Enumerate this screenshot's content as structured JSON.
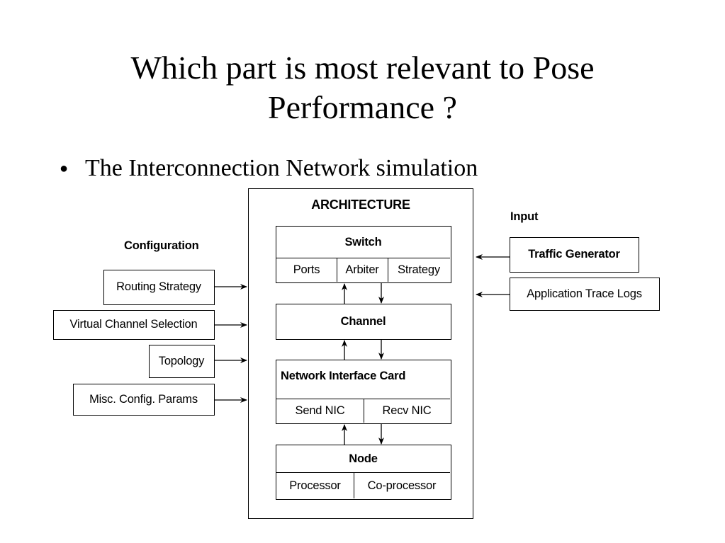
{
  "slide": {
    "title_line1": "Which part is most relevant to Pose",
    "title_line2": "Performance ?",
    "bullet": "The Interconnection Network simulation"
  },
  "diagram": {
    "architecture_label": "ARCHITECTURE",
    "configuration_label": "Configuration",
    "input_label": "Input",
    "config_items": [
      "Routing Strategy",
      "Virtual Channel Selection",
      "Topology",
      "Misc. Config. Params"
    ],
    "input_items": [
      "Traffic Generator",
      "Application Trace Logs"
    ],
    "switch": {
      "title": "Switch",
      "parts": [
        "Ports",
        "Arbiter",
        "Strategy"
      ]
    },
    "channel": {
      "title": "Channel"
    },
    "nic": {
      "title": "Network Interface Card",
      "parts": [
        "Send NIC",
        "Recv NIC"
      ]
    },
    "node": {
      "title": "Node",
      "parts": [
        "Processor",
        "Co-processor"
      ]
    }
  }
}
